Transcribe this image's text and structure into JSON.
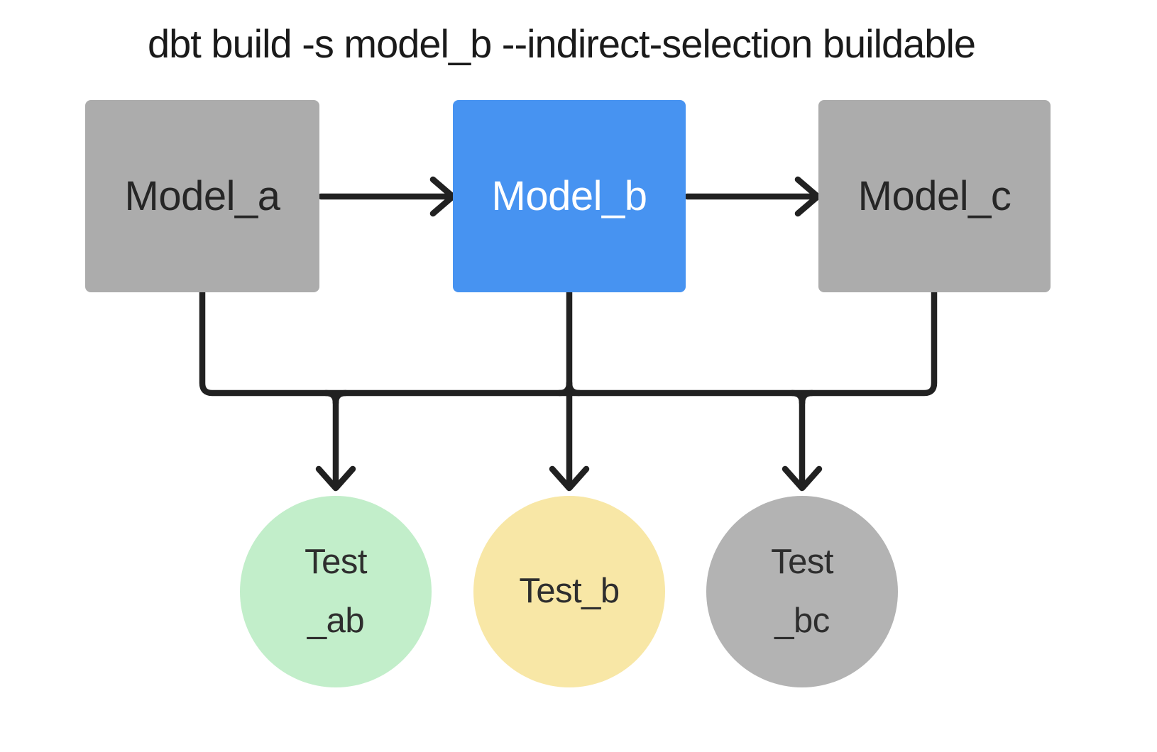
{
  "title": "dbt build -s model_b --indirect-selection buildable",
  "colors": {
    "background": "#FFFFFF",
    "model_default_fill": "#ACACAC",
    "model_highlight_fill": "#4793F1",
    "model_default_text": "#262626",
    "model_highlight_text": "#FFFFFF",
    "test_ab_fill": "#C2EECA",
    "test_b_fill": "#F8E7A6",
    "test_bc_fill": "#B3B3B3",
    "test_text": "#2E2E2E",
    "connector_stroke": "#212121"
  },
  "nodes": {
    "model_a": {
      "label": "Model_a",
      "type": "model",
      "highlighted": false
    },
    "model_b": {
      "label": "Model_b",
      "type": "model",
      "highlighted": true
    },
    "model_c": {
      "label": "Model_c",
      "type": "model",
      "highlighted": false
    },
    "test_ab": {
      "label_line1": "Test",
      "label_line2": "_ab",
      "type": "test"
    },
    "test_b": {
      "label": "Test_b",
      "type": "test"
    },
    "test_bc": {
      "label_line1": "Test",
      "label_line2": "_bc",
      "type": "test"
    }
  },
  "connections": {
    "model_chain": [
      {
        "from": "Model_a",
        "to": "Model_b"
      },
      {
        "from": "Model_b",
        "to": "Model_c"
      }
    ],
    "fanout": {
      "sources": [
        "Model_a",
        "Model_b",
        "Model_c"
      ],
      "targets": [
        "Test _ab",
        "Test_b",
        "Test _bc"
      ]
    }
  }
}
